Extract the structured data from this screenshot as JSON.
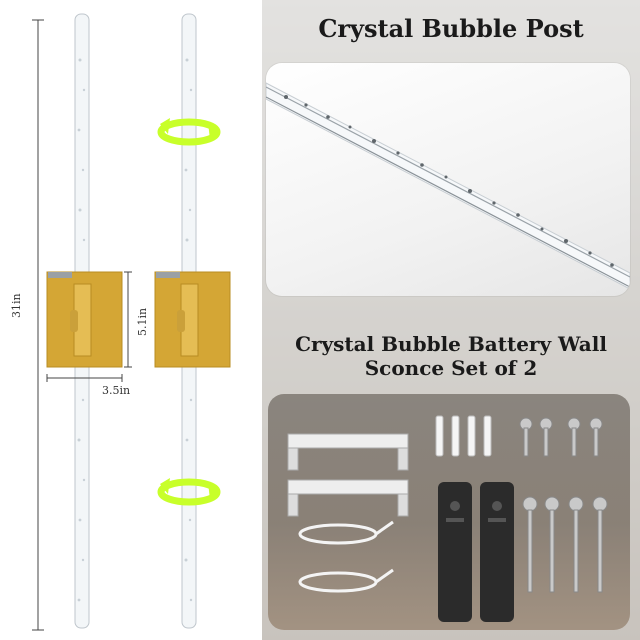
{
  "headings": {
    "crystal_post": "Crystal Bubble Post",
    "kit_line1": "Crystal Bubble Battery Wall",
    "kit_line2": "Sconce Set of 2"
  },
  "dimensions": {
    "height": "31in",
    "plate_height": "5.1in",
    "plate_width": "3.5in"
  },
  "colors": {
    "gold": "#d4a635",
    "rotate_arrow": "#c8ff2a",
    "remote": "#2b2b2b"
  },
  "icons": [
    "rotate-arrow-icon",
    "rotate-arrow-icon"
  ]
}
